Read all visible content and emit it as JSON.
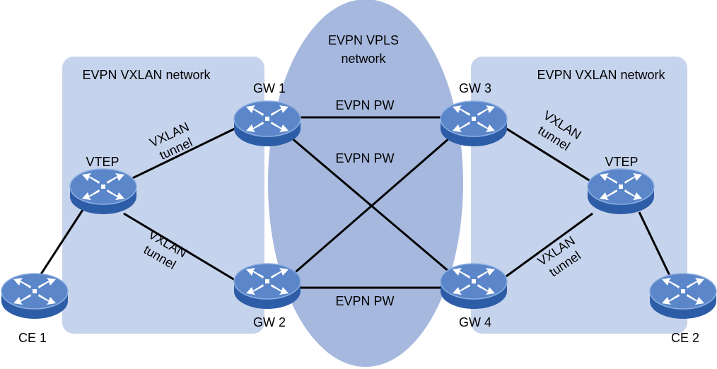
{
  "regions": {
    "left": "EVPN VXLAN network",
    "center_line1": "EVPN VPLS",
    "center_line2": "network",
    "right": "EVPN VXLAN network"
  },
  "devices": {
    "ce1": "CE 1",
    "vtep_left": "VTEP",
    "gw1": "GW 1",
    "gw2": "GW 2",
    "gw3": "GW 3",
    "gw4": "GW 4",
    "vtep_right": "VTEP",
    "ce2": "CE 2"
  },
  "links": {
    "pw_top": "EVPN PW",
    "pw_cross": "EVPN PW",
    "pw_bottom": "EVPN PW",
    "tunnel_word1": "VXLAN",
    "tunnel_word2": "tunnel"
  },
  "colors": {
    "region_fill": "#c6d3ec",
    "vpls_fill": "#a6b8de",
    "router_top": "#5b86c9",
    "router_side": "#2e5da8"
  }
}
